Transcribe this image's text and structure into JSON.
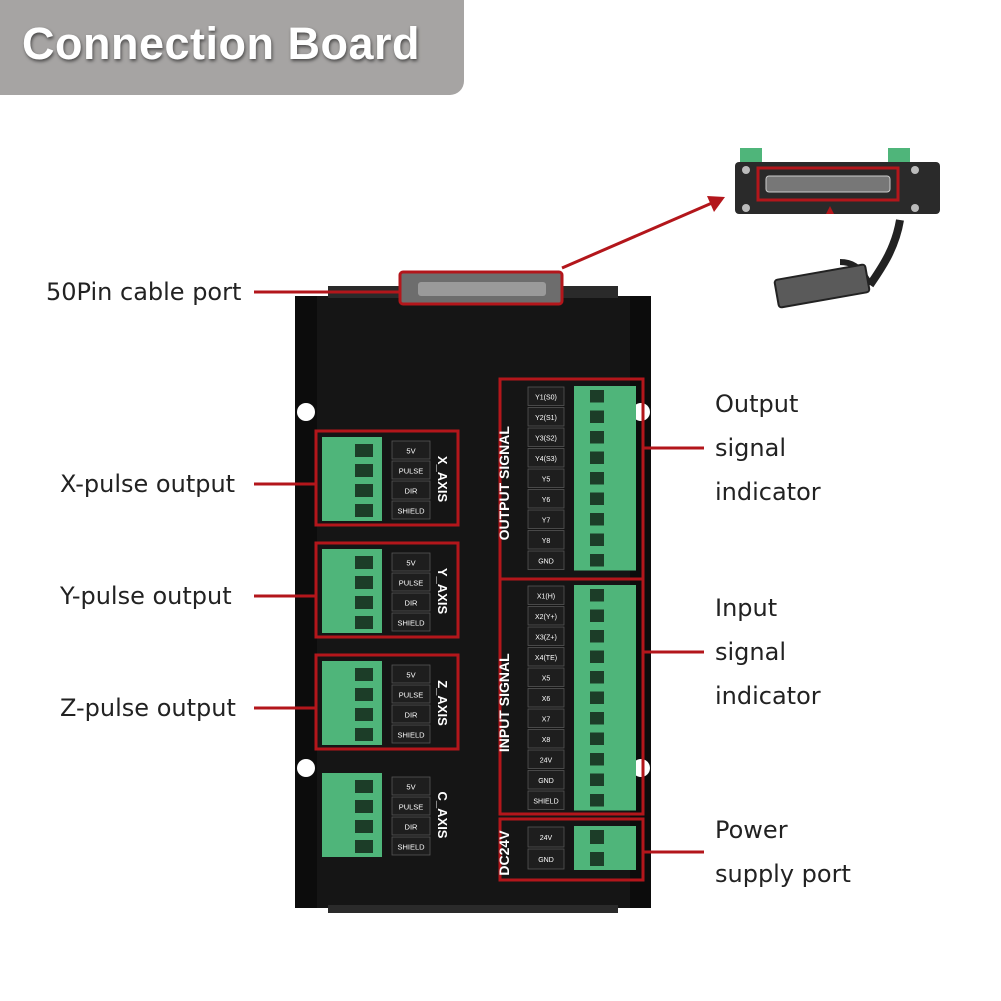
{
  "header": {
    "title": "Connection Board"
  },
  "callouts": {
    "cable_port": "50Pin cable port",
    "x_pulse": "X-pulse output",
    "y_pulse": "Y-pulse output",
    "z_pulse": "Z-pulse output",
    "output_l1": "Output",
    "output_l2": "signal",
    "output_l3": "indicator",
    "input_l1": "Input",
    "input_l2": "signal",
    "input_l3": "indicator",
    "power_l1": "Power",
    "power_l2": "supply port"
  },
  "axes": [
    {
      "name": "X_AXIS",
      "pins": [
        "5V",
        "PULSE",
        "DIR",
        "SHIELD"
      ]
    },
    {
      "name": "Y_AXIS",
      "pins": [
        "5V",
        "PULSE",
        "DIR",
        "SHIELD"
      ]
    },
    {
      "name": "Z_AXIS",
      "pins": [
        "5V",
        "PULSE",
        "DIR",
        "SHIELD"
      ]
    },
    {
      "name": "C_AXIS",
      "pins": [
        "5V",
        "PULSE",
        "DIR",
        "SHIELD"
      ]
    }
  ],
  "output_signal": {
    "name": "OUTPUT SIGNAL",
    "pins": [
      "Y1(S0)",
      "Y2(S1)",
      "Y3(S2)",
      "Y4(S3)",
      "Y5",
      "Y6",
      "Y7",
      "Y8",
      "GND"
    ]
  },
  "input_signal": {
    "name": "INPUT SIGNAL",
    "pins": [
      "X1(H)",
      "X2(Y+)",
      "X3(Z+)",
      "X4(TE)",
      "X5",
      "X6",
      "X7",
      "X8",
      "24V",
      "GND",
      "SHIELD"
    ]
  },
  "power": {
    "name": "DC24V",
    "pins": [
      "24V",
      "GND"
    ]
  },
  "colors": {
    "annotation": "#b3161b",
    "board": "#151515",
    "terminal": "#4fb57a",
    "title_bg": "#a6a4a3"
  }
}
